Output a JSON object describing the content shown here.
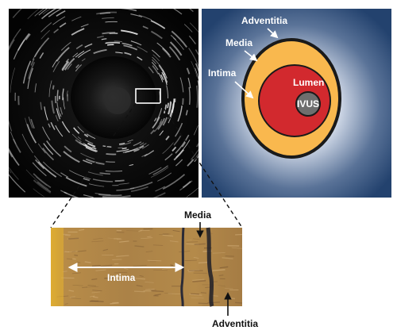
{
  "schematic": {
    "labels": {
      "adventitia": "Adventitia",
      "media": "Media",
      "intima": "Intima",
      "lumen": "Lumen",
      "ivus": "IVUS"
    },
    "colors": {
      "background_center": "#ffffff",
      "background_edge": "#23426e",
      "adventitia_ring": "#1a1a1a",
      "intima": "#f9b84e",
      "lumen": "#d2292e",
      "ivus_catheter": "#6e6e6e"
    }
  },
  "histology": {
    "labels": {
      "intima": "Intima",
      "media": "Media",
      "adventitia": "Adventitia"
    },
    "colors": {
      "tissue": "#b48a46",
      "tissue_edge": "#d9a830",
      "media_band": "#2a2a36"
    }
  },
  "ivus_image": {
    "colors": {
      "background": "#050505",
      "speckle": "#d8d8d8"
    }
  }
}
